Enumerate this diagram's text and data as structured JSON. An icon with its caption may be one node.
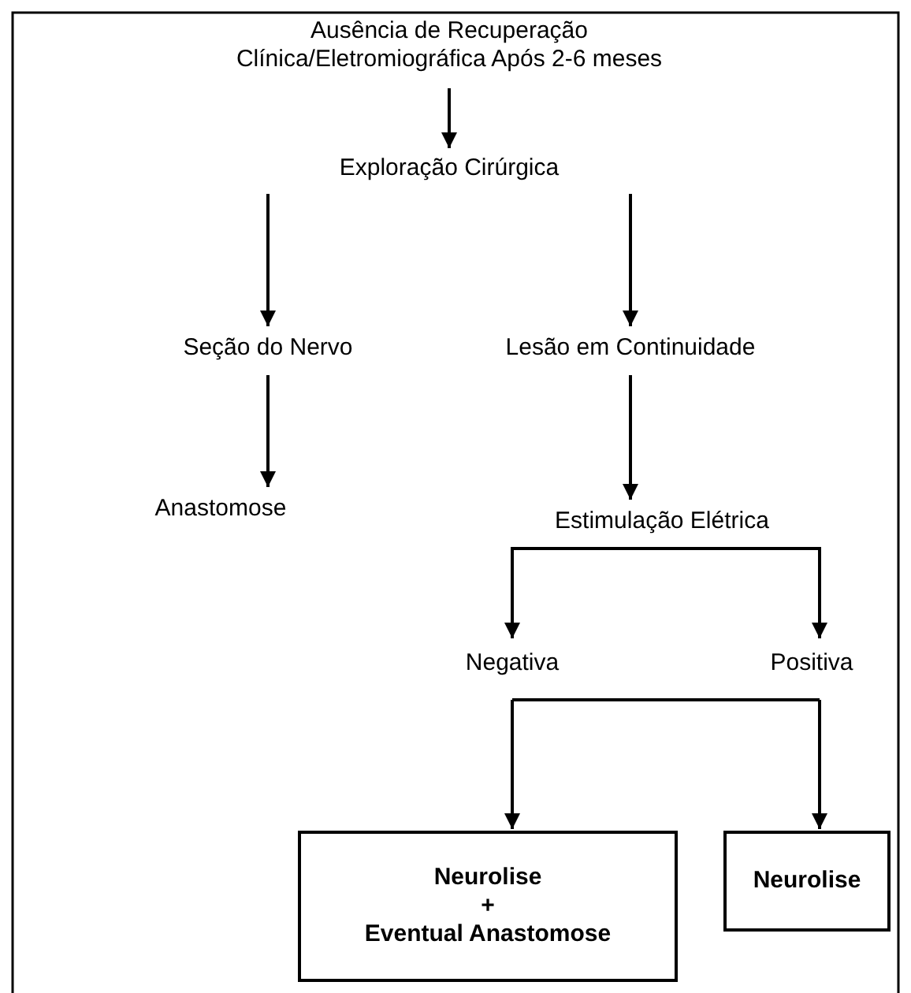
{
  "diagram": {
    "nodes": [
      {
        "text": [
          "Ausência de Recuperação Clínica/Eletromiográfica Após 2-6 meses"
        ]
      },
      {
        "text": [
          "Exploração Cirúrgica"
        ]
      },
      {
        "text": [
          "Seção do Nervo"
        ]
      },
      {
        "text": [
          "Lesão em Continuidade"
        ]
      },
      {
        "text": [
          "Anastomose"
        ]
      },
      {
        "text": [
          "Estimulação Elétrica"
        ]
      },
      {
        "text": [
          "Negativa"
        ]
      },
      {
        "text": [
          "Positiva"
        ]
      },
      {
        "text": [
          "Neurolise",
          "+",
          "Eventual Anastomose"
        ]
      },
      {
        "text": [
          "Neurolise"
        ]
      }
    ],
    "edges": [
      {
        "from": 0,
        "to": 1,
        "arrow": "to"
      },
      {
        "from": 1,
        "to": 2,
        "arrow": "to"
      },
      {
        "from": 1,
        "to": 3,
        "arrow": "to"
      },
      {
        "from": 2,
        "to": 4,
        "arrow": "to"
      },
      {
        "from": 3,
        "to": 5,
        "arrow": "to"
      },
      {
        "from": 5,
        "to": 6,
        "arrow": "to"
      },
      {
        "from": 5,
        "to": 7,
        "arrow": "to"
      },
      {
        "from": 6,
        "to": 8,
        "arrow": "to"
      },
      {
        "from": 7,
        "to": 9,
        "arrow": "to"
      }
    ]
  }
}
